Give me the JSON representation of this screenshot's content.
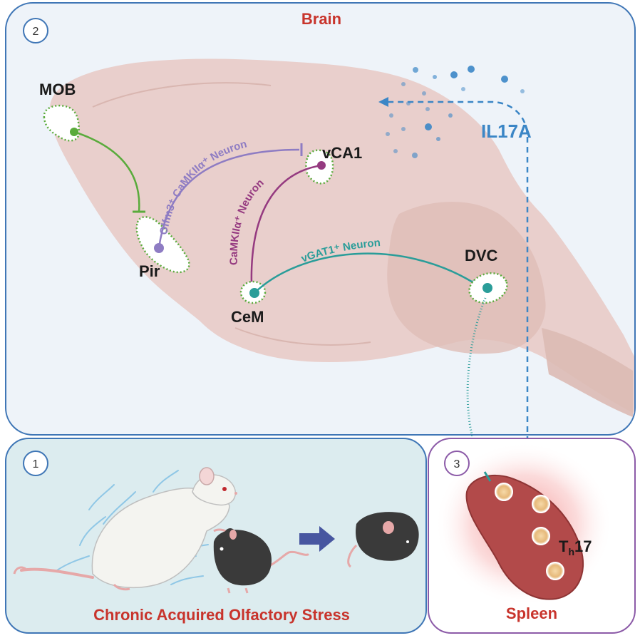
{
  "panels": {
    "brain": {
      "number": "2",
      "title": "Brain"
    },
    "stress": {
      "number": "1",
      "title": "Chronic Acquired Olfactory Stress"
    },
    "spleen": {
      "number": "3",
      "title": "Spleen"
    }
  },
  "regions": {
    "mob": "MOB",
    "pir": "Pir",
    "vca1": "vCA1",
    "cem": "CeM",
    "dvc": "DVC"
  },
  "pathways": {
    "olfm3": "Olfm3⁺ CaMKIIα⁺ Neuron",
    "camk": "CaMKIIα⁺ Neuron",
    "vgat": "vGAT1⁺ Neuron"
  },
  "cytokine": "IL17A",
  "cells": {
    "th17_prefix": "T",
    "th17_sub": "h",
    "th17_suffix": "17"
  },
  "colors": {
    "title_red": "#c8342c",
    "brain_panel_bg": "#eef3f9",
    "panel_border_blue": "#3f76b6",
    "stress_panel_bg": "#dcecef",
    "spleen_border": "#8c5ba8",
    "olfactory_green": "#5aab3c",
    "olfm3_purple": "#8e7cc3",
    "camk_magenta": "#953a80",
    "vgat_teal": "#2a9d99",
    "il17a_blue": "#3b86c6",
    "spleen_red": "#b24a4a"
  }
}
